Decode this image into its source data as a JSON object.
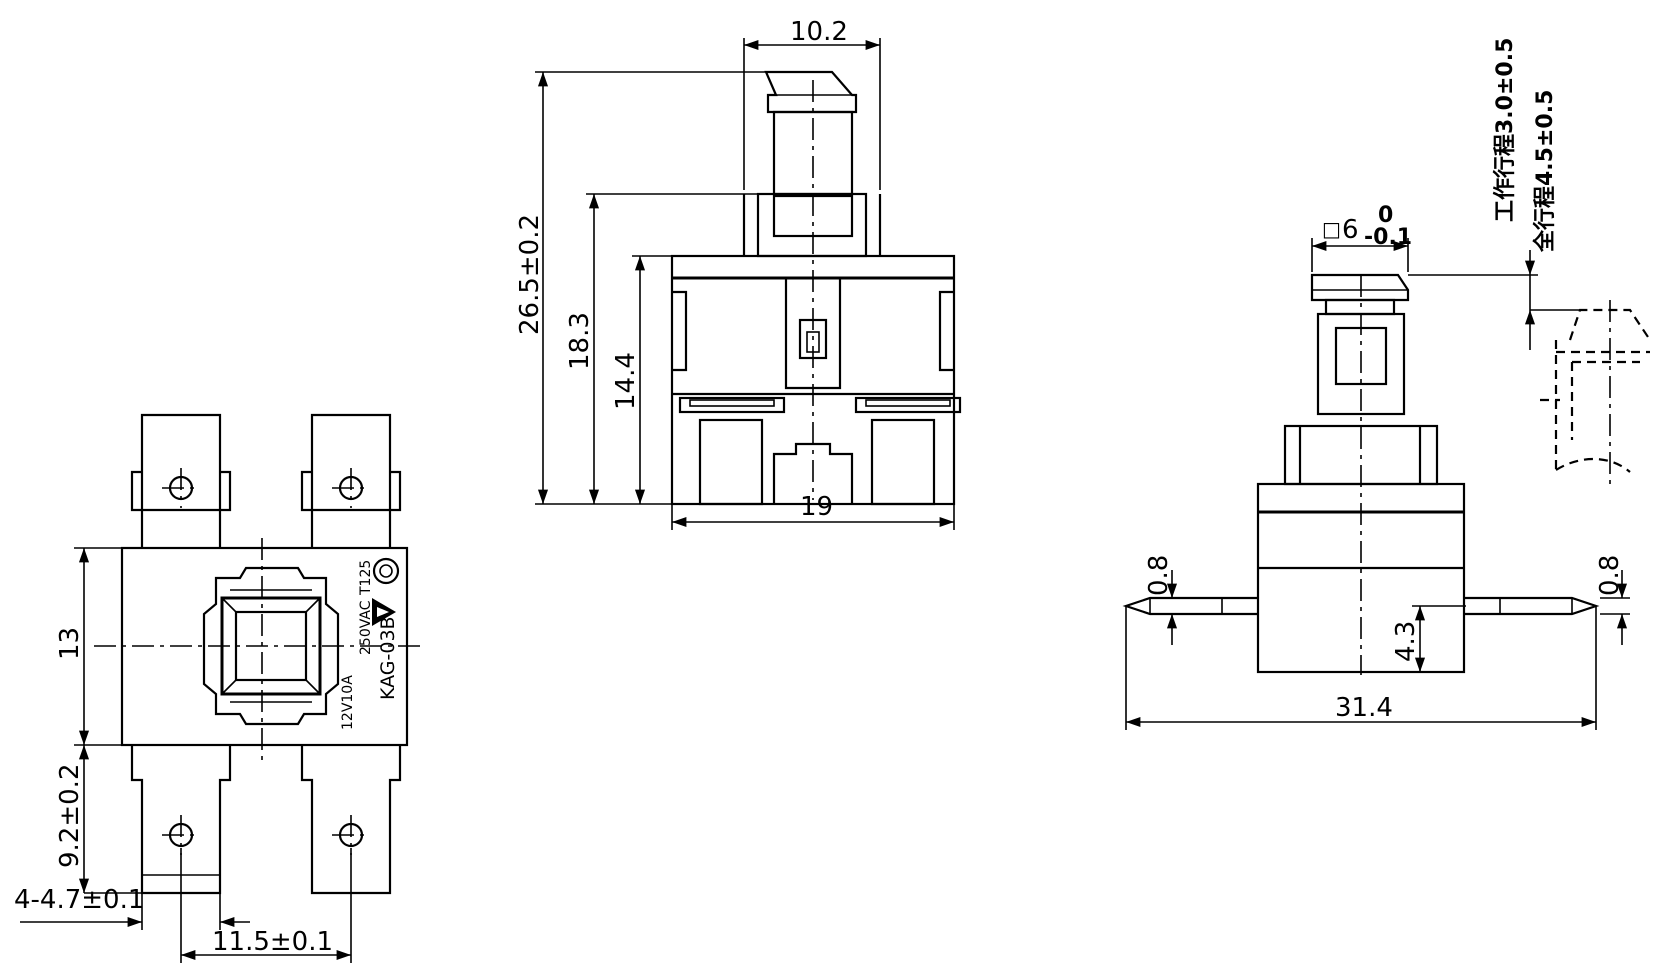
{
  "bottom_view": {
    "dim_height": "13",
    "dim_terminal_length": "9.2±0.2",
    "dim_terminal_width": "4-4.7±0.1",
    "dim_terminal_pitch": "11.5±0.1",
    "marking_model": "KAG-03B",
    "marking_rating_dc": "12V10A",
    "marking_rating_ac": "250VAC",
    "marking_temp": "T125"
  },
  "front_view": {
    "dim_top_width": "10.2",
    "dim_total_height": "26.5±0.2",
    "dim_body_height": "18.3",
    "dim_base_height": "14.4",
    "dim_base_width": "19"
  },
  "side_view": {
    "dim_button": "6",
    "dim_button_tol_upper": "0",
    "dim_button_tol_lower": "-0.1",
    "square_symbol": "□",
    "working_travel": "工作行程3.0±0.5",
    "full_travel": "全行程4.5±0.5",
    "dim_tab_left": "0.8",
    "dim_tab_right": "0.8",
    "dim_tab_height": "4.3",
    "dim_overall_width": "31.4"
  }
}
